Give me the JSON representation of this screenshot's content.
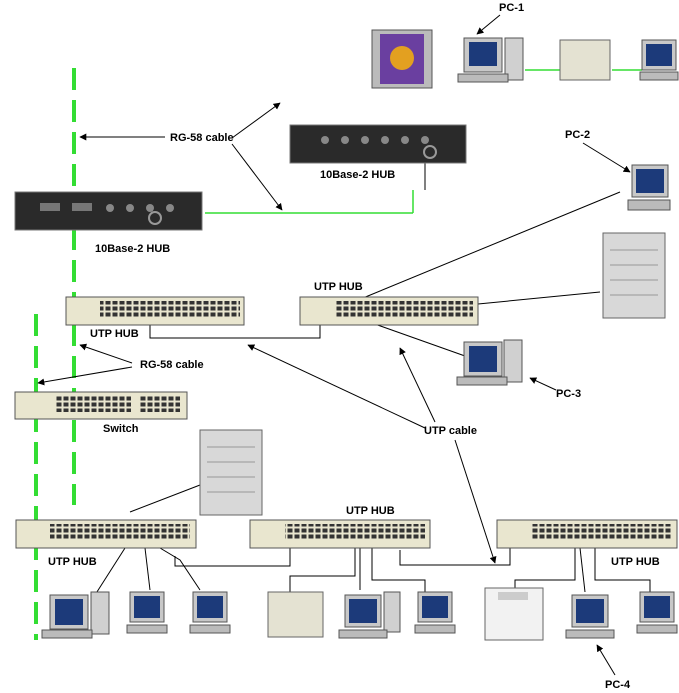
{
  "labels": {
    "pc1": "PC-1",
    "pc2": "PC-2",
    "pc3": "PC-3",
    "pc4": "PC-4",
    "rg58_top": "RG-58 cable",
    "rg58_mid": "RG-58 cable",
    "hub10_right": "10Base-2 HUB",
    "hub10_left": "10Base-2 HUB",
    "utp_hub_left": "UTP  HUB",
    "utp_hub_right": "UTP  HUB",
    "switch": "Switch",
    "utp_cable": "UTP cable",
    "utp_hub_bl": "UTP  HUB",
    "utp_hub_bc": "UTP  HUB",
    "utp_hub_br": "UTP  HUB"
  },
  "colors": {
    "coax": "#33dd33",
    "cable": "#000000",
    "hub_body": "#e9e6cf",
    "hub10_body": "#2a2a2a"
  }
}
